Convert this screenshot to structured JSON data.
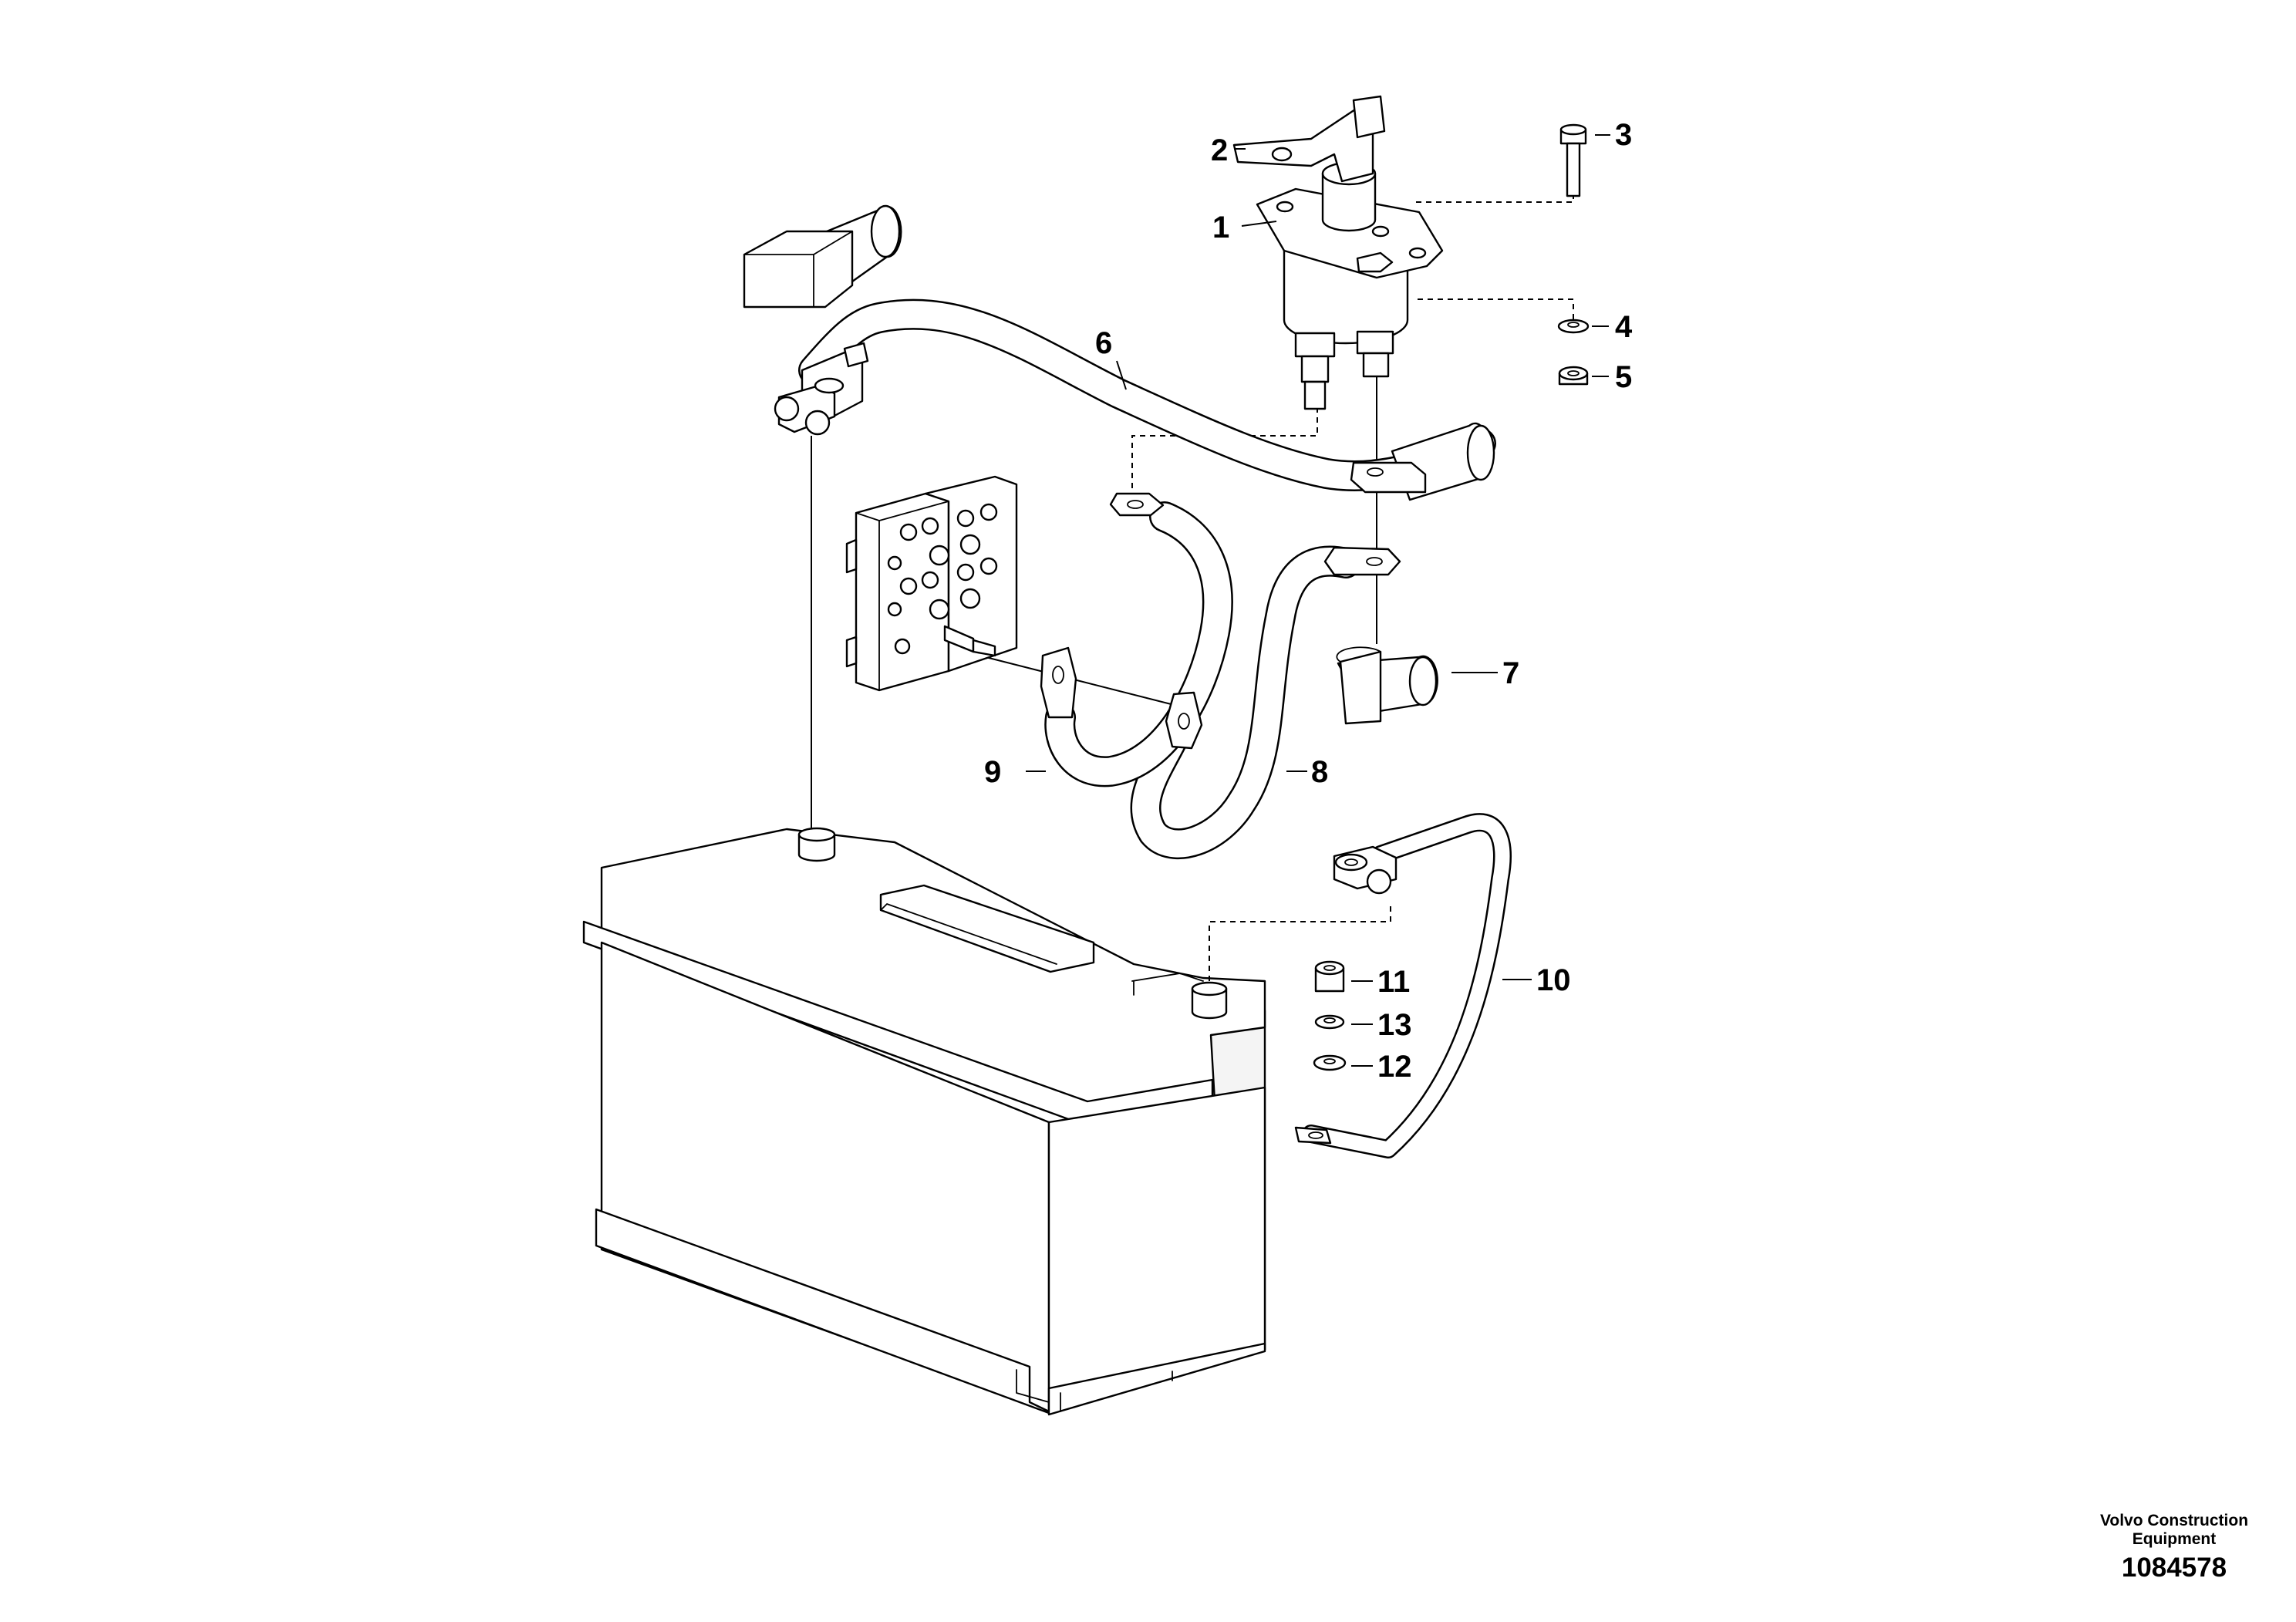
{
  "callouts": {
    "c1": "1",
    "c2": "2",
    "c3": "3",
    "c4": "4",
    "c5": "5",
    "c6": "6",
    "c7": "7",
    "c8": "8",
    "c9": "9",
    "c10": "10",
    "c11": "11",
    "c12": "12",
    "c13": "13"
  },
  "footer": {
    "company_line1": "Volvo Construction",
    "company_line2": "Equipment",
    "drawing_number": "1084578"
  }
}
